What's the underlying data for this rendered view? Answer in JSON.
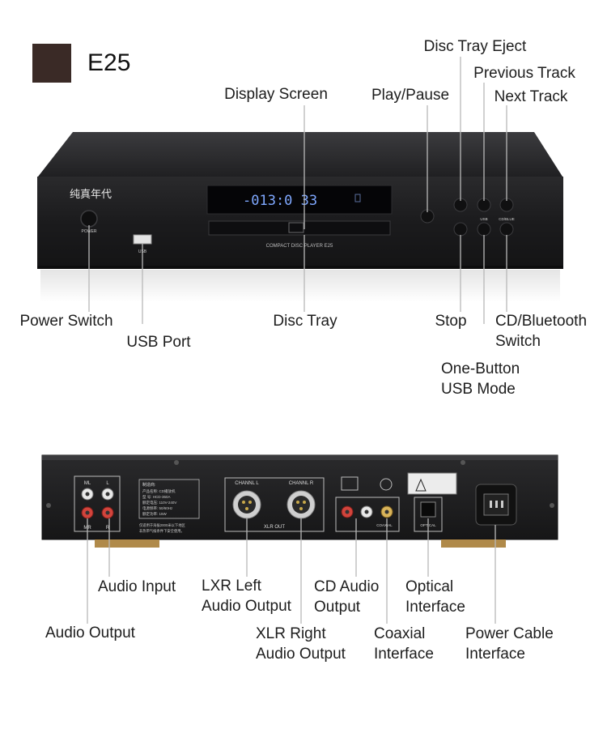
{
  "header": {
    "model": "E25",
    "swatch_color": "#3a2a26"
  },
  "front_panel": {
    "logo": "纯真年代",
    "display_readout": "-013:0 33",
    "tray_caption": "COMPACT DISC PLAYER E25",
    "button_captions": {
      "power": "POWER",
      "usb": "USB",
      "cd_blue": "CD/BLUE",
      "usb_port": "USB"
    }
  },
  "front_callouts": {
    "disc_tray_eject": "Disc Tray Eject",
    "previous_track": "Previous Track",
    "next_track": "Next Track",
    "display_screen": "Display Screen",
    "play_pause": "Play/Pause",
    "power_switch": "Power Switch",
    "usb_port": "USB Port",
    "disc_tray": "Disc Tray",
    "stop": "Stop",
    "cd_bluetooth_switch": [
      "CD/Bluetooth",
      "Switch"
    ],
    "one_button_usb_mode": [
      "One-Button",
      "USB Mode"
    ]
  },
  "rear_panel": {
    "channel_l": "CHANNL L",
    "channel_r": "CHANNL R",
    "xlr_out": "XLR OUT",
    "optical": "OPTICAL",
    "coaxial": "COAXIAL",
    "ml": "ML",
    "l": "L",
    "mr": "MR",
    "r": "R",
    "label_title": "制造商:",
    "label_lines": [
      "产品名称: CD播放机",
      "型 号: HCD-360A",
      "额定电压: 110V-240V",
      "电源频率: 50/60Hz",
      "额定功率: 15W"
    ],
    "warning_note": [
      "仅适用于海拔2000米以下地区",
      "非热带气候条件下安全使用。"
    ]
  },
  "rear_callouts": {
    "audio_input": "Audio Input",
    "audio_output": "Audio Output",
    "lxr_left_audio_output": [
      "LXR Left",
      "Audio Output"
    ],
    "xlr_right_audio_output": [
      "XLR Right",
      "Audio Output"
    ],
    "cd_audio_output": [
      "CD Audio",
      "Output"
    ],
    "coaxial_interface": [
      "Coaxial",
      "Interface"
    ],
    "optical_interface": [
      "Optical",
      "Interface"
    ],
    "power_cable_interface": [
      "Power Cable",
      "Interface"
    ]
  },
  "colors": {
    "chassis": "#1c1c1e",
    "display_text": "#7fa8ff",
    "leader_line": "#b8b8b8"
  }
}
